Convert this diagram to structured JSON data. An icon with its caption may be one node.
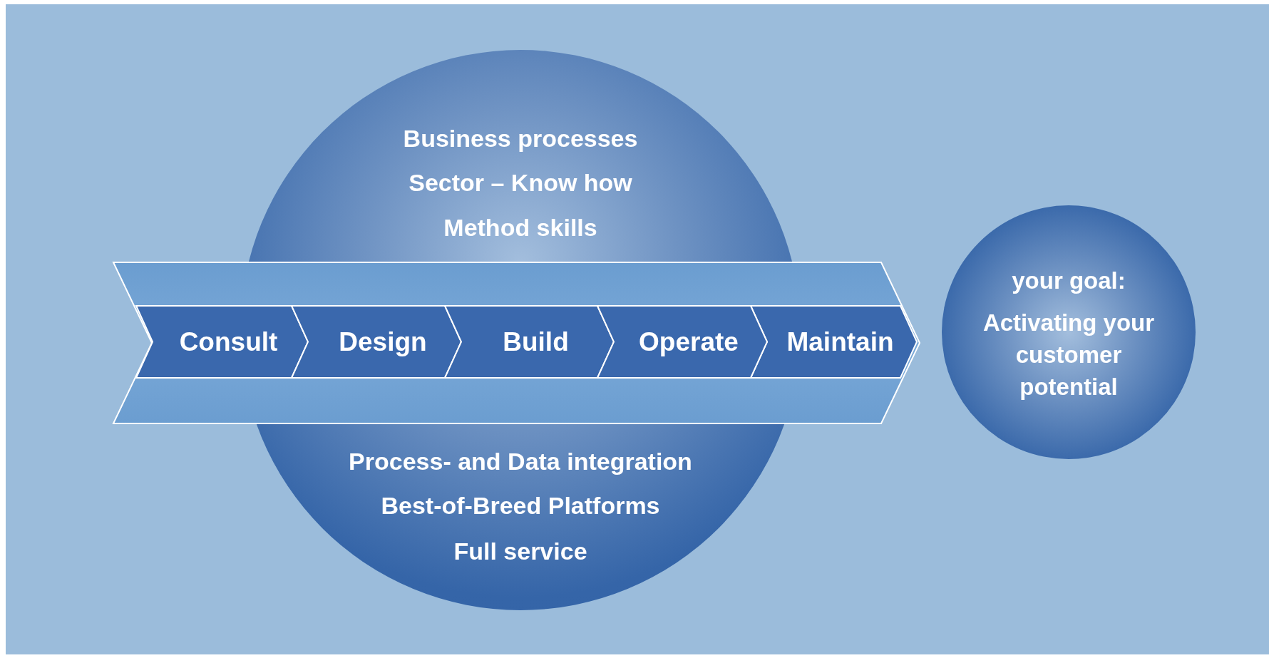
{
  "diagram": {
    "nodes": [
      {
        "text": [
          "Business processes",
          "Sector – Know how",
          "Method skills",
          "Process- and Data integration",
          "Best-of-Breed Platforms",
          "Full service"
        ]
      },
      {
        "text": [],
        "shape": "arrow"
      },
      {
        "text": [
          "Consult"
        ],
        "in": 1
      },
      {
        "text": [
          "Design"
        ]
      },
      {
        "text": [
          "Build"
        ]
      },
      {
        "text": [
          "Operate"
        ]
      },
      {
        "text": [
          "Maintain"
        ],
        "in": 1
      },
      {
        "text": [
          "your goal:",
          "Activating your customer potential"
        ]
      }
    ]
  }
}
